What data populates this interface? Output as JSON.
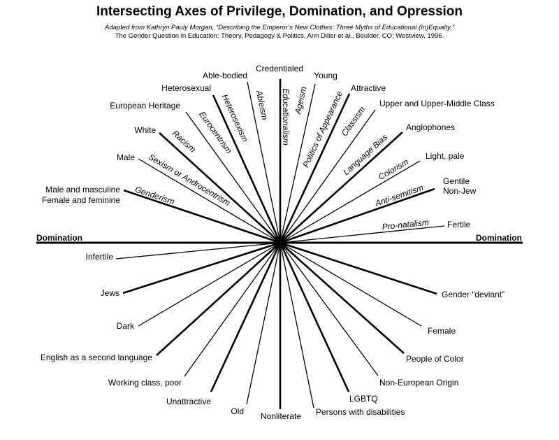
{
  "title": "Intersecting Axes of Privilege, Domination, and Opression",
  "subtitle_line1": "Adapted from Kathryn Pauly Morgan, “Describing the Emperor’s New Clothes: Three Myths of Educational (In)Equalty.”",
  "subtitle_line2": "The Gender Question in Education: Theory, Pedagogy & Politics, Ann Diller et al., Boulder, CO: Westview, 1996.",
  "domination_left": "Domination",
  "domination_right": "Domination",
  "privileged_labels": [
    "Able-bodied",
    "Credentialed",
    "Young",
    "Heterosexual",
    "Attractive",
    "European Heritage",
    "Upper and Upper-Middle Class",
    "White",
    "Anglophones",
    "Male",
    "Light, pale",
    "Gentile",
    "Non-Jew",
    "Male and masculine",
    "Female and feminine",
    "Fertile"
  ],
  "axis_names": [
    "Ableism",
    "Educationalism",
    "Ageism",
    "Heterosexism",
    "Politics of Appearance",
    "Eurocentrism",
    "Classism",
    "Racism",
    "Language Bias",
    "Colorism",
    "Sexism or Androcentrism",
    "Anti-semitism",
    "Genderism",
    "Pro-natalism"
  ],
  "oppressed_labels": [
    "Infertile",
    "Gender “deviant”",
    "Jews",
    "Female",
    "Dark",
    "English as a second language",
    "People of Color",
    "Non-European Origin",
    "Working class, poor",
    "LGBTQ",
    "Unattractive",
    "Old",
    "Nonliterate",
    "Persons with disabilities"
  ]
}
